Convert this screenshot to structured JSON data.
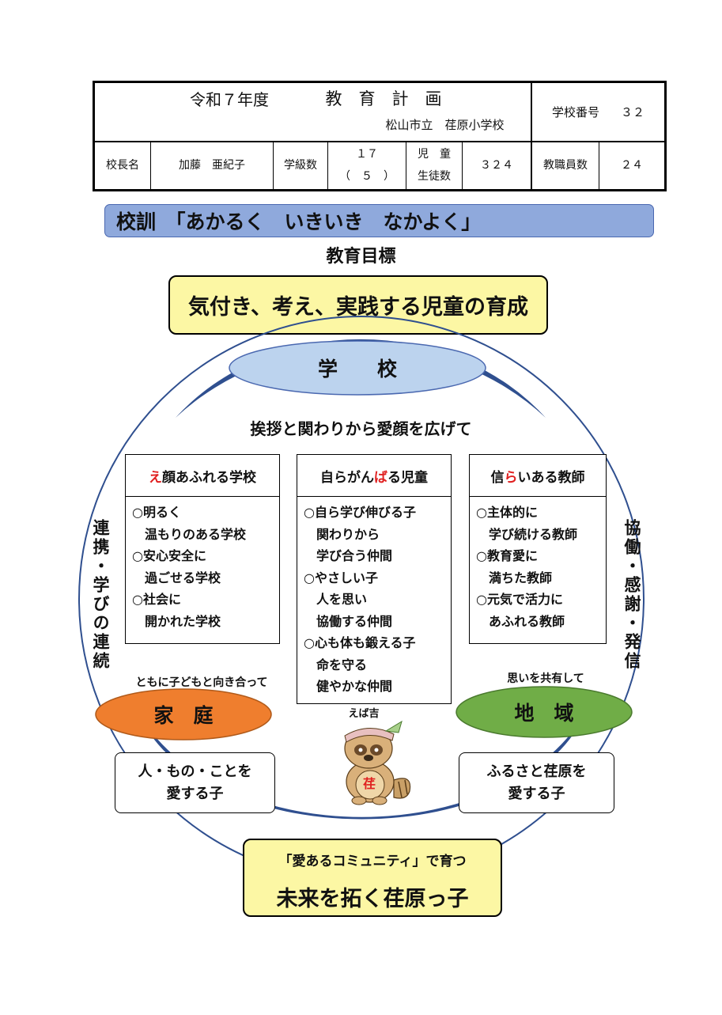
{
  "header": {
    "title_year": "令和７年度",
    "title_main": "教　育　計　画",
    "school_name": "松山市立　荏原小学校",
    "school_number_label": "学校番号",
    "school_number": "３２",
    "principal_label": "校長名",
    "principal_name": "加藤　亜紀子",
    "class_count_label": "学級数",
    "class_count": "１７",
    "class_count_sub": "（　５　）",
    "students_label_1": "児　童",
    "students_label_2": "生徒数",
    "students_count": "３２４",
    "staff_label": "教職員数",
    "staff_count": "２４"
  },
  "motto": "校訓　「あかるく　いきいき　なかよく」",
  "goal_heading": "教育目標",
  "goal": "気付き、考え、実践する児童の育成",
  "school_label": "学　　校",
  "school_slogan": "挨拶と関わりから愛顔を広げて",
  "pillars": [
    {
      "title_pre": "",
      "title_red": "え",
      "title_post": "顔あふれる学校",
      "lines": [
        "○明るく",
        "　温もりのある学校",
        "○安心安全に",
        "　過ごせる学校",
        "○社会に",
        "　開かれた学校"
      ]
    },
    {
      "title_pre": "自らがん",
      "title_red": "ば",
      "title_post": "る児童",
      "lines": [
        "○自ら学び伸びる子",
        "　関わりから",
        "　学び合う仲間",
        "○やさしい子",
        "　人を思い",
        "　協働する仲間",
        "○心も体も鍛える子",
        "　命を守る",
        "　健やかな仲間"
      ]
    },
    {
      "title_pre": "信",
      "title_red": "ら",
      "title_post": "いある教師",
      "lines": [
        "○主体的に",
        "　学び続ける教師",
        "○教育愛に",
        "　満ちた教師",
        "○元気で活力に",
        "　あふれる教師"
      ]
    }
  ],
  "left_vertical": "連携・学びの連続",
  "right_vertical": "協働・感謝・発信",
  "family": {
    "caption": "ともに子どもと向き合って",
    "label": "家　庭",
    "box": [
      "人・もの・ことを",
      "愛する子"
    ]
  },
  "community": {
    "caption": "思いを共有して",
    "label": "地　域",
    "box": [
      "ふるさと荏原を",
      "愛する子"
    ]
  },
  "mascot": {
    "name": "えば吉",
    "badge": "荏"
  },
  "bottom": {
    "sub": "「愛あるコミュニティ」で育つ",
    "main": "未来を拓く荏原っ子"
  },
  "colors": {
    "motto_bg": "#8fa9dc",
    "goal_bg": "#fcf7a4",
    "school_oval": "#bcd3ee",
    "family_oval": "#ef7e2e",
    "community_oval": "#70ad47",
    "ring": "#2f4f8f"
  }
}
